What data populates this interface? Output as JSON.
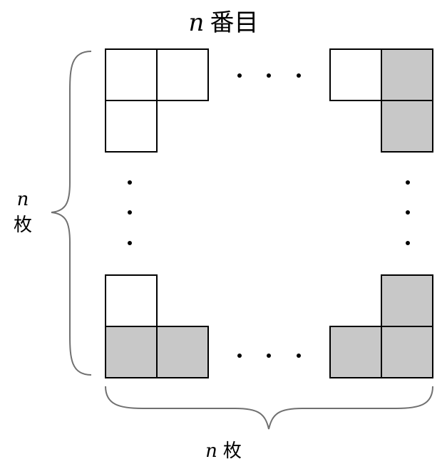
{
  "title": {
    "variable": "n",
    "text": "番目"
  },
  "rows_label": {
    "variable": "n",
    "unit": "枚"
  },
  "columns_label": {
    "variable": "n",
    "unit": "枚"
  },
  "colors": {
    "empty": "#ffffff",
    "filled": "#c8c8c8",
    "stroke": "#000000",
    "brace": "#707070"
  },
  "tiles": [
    {
      "position": "top-left",
      "cells": [
        {
          "cell": "top-left",
          "filled": false
        },
        {
          "cell": "top-right",
          "filled": false
        },
        {
          "cell": "bottom-left",
          "filled": false
        }
      ]
    },
    {
      "position": "top-right",
      "cells": [
        {
          "cell": "top-left",
          "filled": false
        },
        {
          "cell": "top-right",
          "filled": true
        },
        {
          "cell": "bottom-right",
          "filled": true
        }
      ]
    },
    {
      "position": "bottom-left",
      "cells": [
        {
          "cell": "top-left",
          "filled": false
        },
        {
          "cell": "bottom-left",
          "filled": true
        },
        {
          "cell": "bottom-right",
          "filled": true
        }
      ]
    },
    {
      "position": "bottom-right",
      "cells": [
        {
          "cell": "top-right",
          "filled": true
        },
        {
          "cell": "bottom-left",
          "filled": true
        },
        {
          "cell": "bottom-right",
          "filled": true
        }
      ]
    }
  ]
}
